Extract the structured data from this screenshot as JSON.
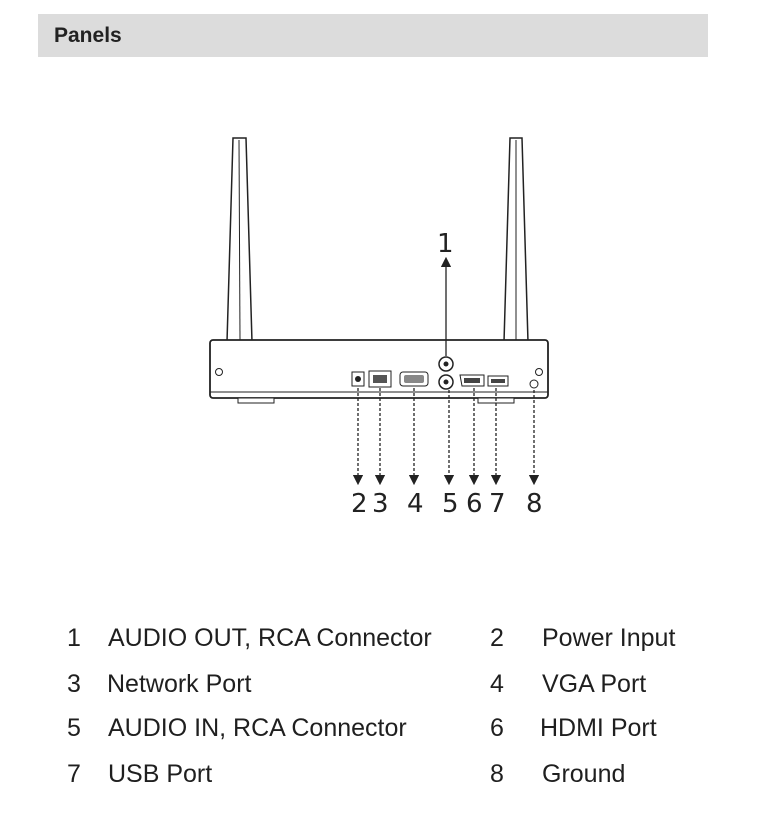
{
  "header": {
    "title": "Panels"
  },
  "figure": {
    "callouts": [
      "1",
      "2",
      "3",
      "4",
      "5",
      "6",
      "7",
      "8"
    ]
  },
  "legend": [
    {
      "num": "1",
      "label": "AUDIO OUT, RCA Connector"
    },
    {
      "num": "2",
      "label": "Power Input"
    },
    {
      "num": "3",
      "label": "Network Port"
    },
    {
      "num": "4",
      "label": "VGA Port"
    },
    {
      "num": "5",
      "label": "AUDIO IN, RCA Connector"
    },
    {
      "num": "6",
      "label": "HDMI Port"
    },
    {
      "num": "7",
      "label": "USB Port"
    },
    {
      "num": "8",
      "label": "Ground"
    }
  ]
}
